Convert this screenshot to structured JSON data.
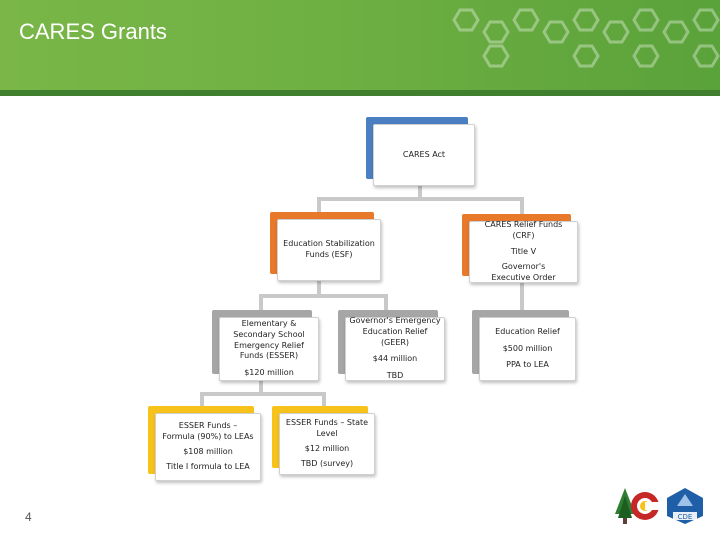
{
  "header": {
    "title": "CARES Grants"
  },
  "slide_number": "4",
  "colors": {
    "header_green": "#6fb043",
    "band_green": "#3f7f2e",
    "blue": "#4a7fc1",
    "orange": "#e8782a",
    "gray": "#a6a6a6",
    "yellow": "#f7c21a"
  },
  "icons": {
    "colorado_logo": "colorado-logo-icon",
    "cde_logo": "cde-logo-icon"
  },
  "org_chart": {
    "root": {
      "lines": [
        "CARES Act"
      ]
    },
    "esf": {
      "lines": [
        "Education Stabilization Funds (ESF)"
      ]
    },
    "crf": {
      "lines": [
        "CARES Relief Funds (CRF)",
        "Title V",
        "Governor's Executive Order"
      ]
    },
    "esser": {
      "lines": [
        "Elementary & Secondary School Emergency Relief Funds (ESSER)",
        "$120 million"
      ]
    },
    "geer": {
      "lines": [
        "Governor's Emergency Education Relief (GEER)",
        "$44 million",
        "TBD"
      ]
    },
    "edrelief": {
      "lines": [
        "Education Relief",
        "$500 million",
        "PPA to LEA"
      ]
    },
    "esser_formula": {
      "lines": [
        "ESSER Funds – Formula (90%) to LEAs",
        "$108 million",
        "Title I formula to LEA"
      ]
    },
    "esser_state": {
      "lines": [
        "ESSER Funds – State Level",
        "$12 million",
        "TBD (survey)"
      ]
    }
  }
}
